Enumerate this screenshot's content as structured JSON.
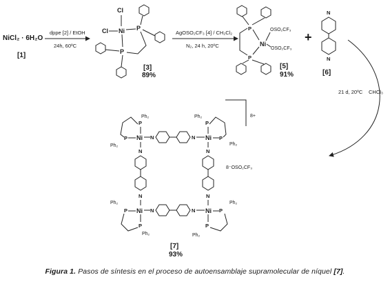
{
  "reaction": {
    "start_reagent": "NiCl₂ · 6H₂O",
    "start_label": "[1]",
    "step1_top": "dppe [2] / EtOH",
    "step1_bottom": "24h, 60ºC",
    "complex3": {
      "cl1": "Cl",
      "cl2": "Cl",
      "ni": "Ni",
      "p": "P",
      "label": "[3]",
      "yield": "89%"
    },
    "step2_top": "AgOSO₂CF₃ [4] / CH₂Cl₂",
    "step2_bottom": "N₂, 24 h, 20ºC",
    "complex5": {
      "ni": "Ni",
      "p": "P",
      "triflate1": "OSO₂CF₃",
      "triflate2": "OSO₂CF₃",
      "label": "[5]",
      "yield": "91%"
    },
    "plus": "+",
    "ligand6": {
      "n": "N",
      "label": "[6]"
    },
    "step3_time": "21 d, 20ºC",
    "step3_solvent": "CHCl₃",
    "product7": {
      "charge": "8+",
      "counterion": "8⁻OSO₂CF₃",
      "ni": "Ni",
      "p": "P",
      "n": "N",
      "ph2": "Ph₂",
      "label": "[7]",
      "yield": "93%"
    }
  },
  "caption": {
    "figure_label": "Figura 1.",
    "text": "Pasos de síntesis en el proceso de autoensamblaje supramolecular de níquel",
    "ref": "[7]",
    "end": "."
  }
}
